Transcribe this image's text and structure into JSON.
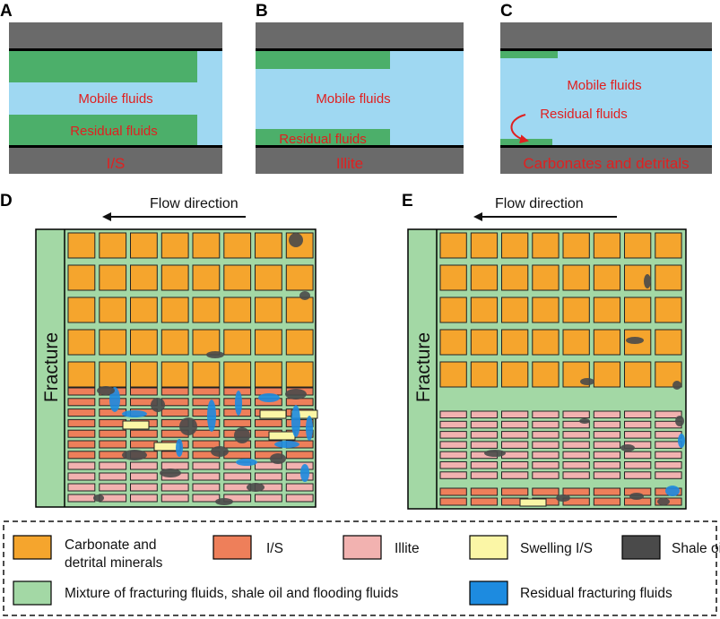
{
  "panels": {
    "a": {
      "label": "A",
      "mobile": "Mobile fluids",
      "residual": "Residual fluids",
      "mineral": "I/S"
    },
    "b": {
      "label": "B",
      "mobile": "Mobile fluids",
      "residual": "Residual fluids",
      "mineral": "Illite"
    },
    "c": {
      "label": "C",
      "mobile": "Mobile fluids",
      "residual": "Residual fluids",
      "mineral": "Carbonates and detritals"
    },
    "d": {
      "label": "D",
      "flow": "Flow direction",
      "fracture": "Fracture"
    },
    "e": {
      "label": "E",
      "flow": "Flow direction",
      "fracture": "Fracture"
    }
  },
  "legend": {
    "carbonate_line1": "Carbonate and",
    "carbonate_line2": "detrital minerals",
    "is": "I/S",
    "illite": "Illite",
    "swelling": "Swelling I/S",
    "shale_oil": "Shale oil",
    "mixture": "Mixture of fracturing fluids, shale oil and flooding fluids",
    "residual_frac": "Residual fracturing fluids"
  },
  "colors": {
    "carbonate": "#f5a52d",
    "is": "#ee7f5a",
    "illite": "#f2b2b0",
    "swelling": "#fbf6a6",
    "shale_oil": "#4a4a4a",
    "mixture": "#a3d8a5",
    "residual_frac": "#1d8be0",
    "mobile": "#9fd8f2",
    "residual_top": "#4caf6a",
    "wall": "#6a6a6a",
    "red_text": "#e02020"
  }
}
